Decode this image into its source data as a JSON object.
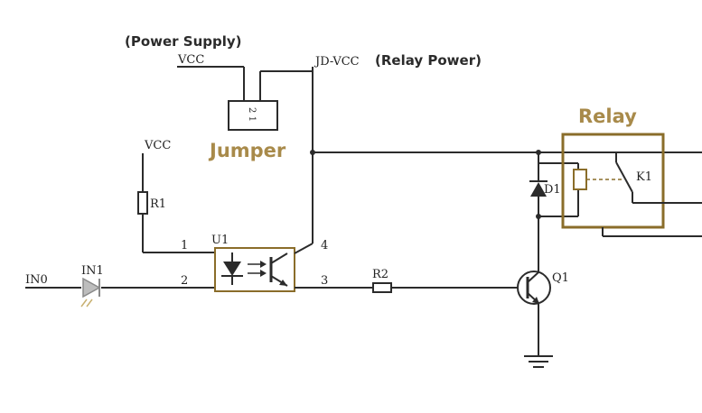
{
  "colors": {
    "wire": "#2b2b2b",
    "component_gold": "#8a6d2a",
    "label_gold": "#a88a4a",
    "background": "#ffffff"
  },
  "labels": {
    "power_supply": "(Power Supply)",
    "vcc_top": "VCC",
    "jd_vcc": "JD-VCC",
    "relay_power": "(Relay Power)",
    "jumper_pins": "2 1",
    "jumper": "Jumper",
    "vcc_left": "VCC",
    "r1": "R1",
    "u1": "U1",
    "pin1": "1",
    "pin2": "2",
    "pin3": "3",
    "pin4": "4",
    "in0": "IN0",
    "in1": "IN1",
    "r2": "R2",
    "q1": "Q1",
    "relay": "Relay",
    "d1": "D1",
    "k1": "K1"
  }
}
